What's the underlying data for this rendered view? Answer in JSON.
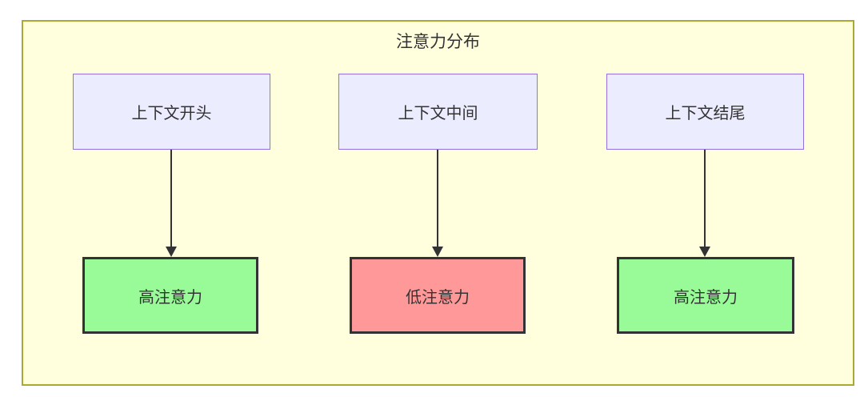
{
  "diagram": {
    "type": "flowchart",
    "title": "注意力分布",
    "columns": [
      {
        "source": "上下文开头",
        "target": "高注意力",
        "attention": "high"
      },
      {
        "source": "上下文中间",
        "target": "低注意力",
        "attention": "low"
      },
      {
        "source": "上下文结尾",
        "target": "高注意力",
        "attention": "high"
      }
    ],
    "colors": {
      "frame_bg": "#ffffde",
      "frame_border": "#aaaa33",
      "source_fill": "#ececff",
      "source_border": "#9370db",
      "high_fill": "#98fb98",
      "low_fill": "#ff9999",
      "node_border": "#333333",
      "arrow": "#333333",
      "text": "#333333"
    }
  }
}
